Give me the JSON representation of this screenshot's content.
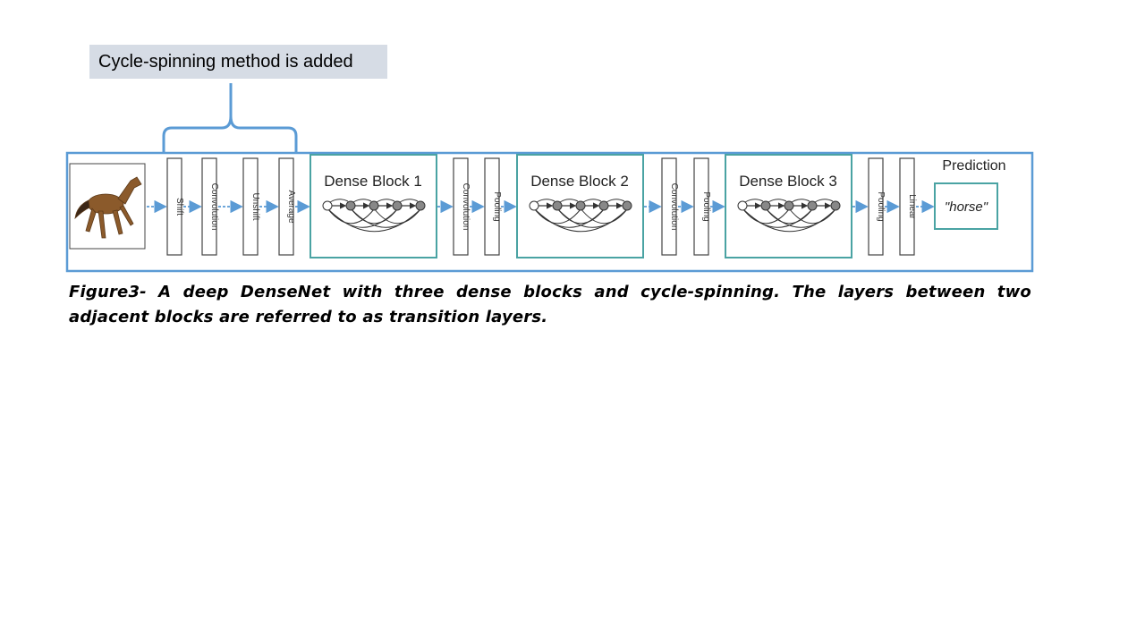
{
  "callout": {
    "text": "Cycle-spinning method is added"
  },
  "diagram": {
    "layers_cycle": [
      "Shift",
      "Convolution",
      "Unshift",
      "Average"
    ],
    "dense_blocks": [
      "Dense Block 1",
      "Dense Block 2",
      "Dense Block 3"
    ],
    "transition_1": [
      "Convolution",
      "Pooling"
    ],
    "transition_2": [
      "Convolution",
      "Pooling"
    ],
    "final_layers": [
      "Pooling",
      "Linear"
    ],
    "prediction_title": "Prediction",
    "prediction_label": "\"horse\"",
    "colors": {
      "frame": "#4f81bd",
      "block": "#4aa3a3",
      "arrow": "#5b9bd5"
    }
  },
  "caption": "Figure3- A deep DenseNet with three dense blocks and cycle-spinning. The layers between two adjacent blocks are referred to as transition layers."
}
